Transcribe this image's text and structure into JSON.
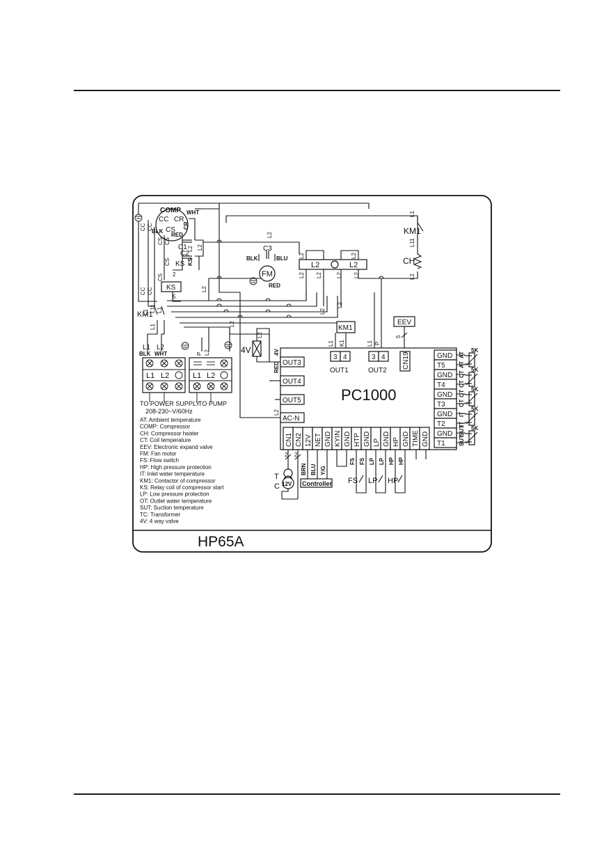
{
  "comp": {
    "title": "COMP",
    "cc": "CC",
    "cr": "CR",
    "cs": "CS",
    "wht": "WHT",
    "red": "RED",
    "blk": "BLK",
    "cr_v": "CR"
  },
  "wire": {
    "cc": "CC",
    "cs": "CS",
    "l1": "L1",
    "l2": "L2",
    "l11": "L11",
    "n1": "1",
    "n2": "2",
    "n3": "3",
    "n4": "4",
    "n5": "5",
    "blk": "BLK",
    "blu": "BLU",
    "red": "RED",
    "wht": "WHT",
    "k1": "K1",
    "p": "P",
    "v4": "4V",
    "brn": "BRN",
    "yg": "Y/G",
    "fs": "FS",
    "lp": "LP",
    "hp": "HP",
    "two": "2"
  },
  "cap": {
    "c1": "C1",
    "c2": "C2",
    "c3": "C3"
  },
  "parts": {
    "ks": "KS",
    "km1": "KM1",
    "ch": "CH",
    "fm": "FM",
    "eev": "EEV",
    "fourv": "4V",
    "fs": "FS",
    "lp": "LP",
    "hp": "HP",
    "t": "T",
    "c": "C",
    "v12": "12V",
    "controller": "Controller",
    "res": "5K"
  },
  "terminals": {
    "l1": "L1",
    "l2": "L2",
    "blk": "BLK",
    "wht": "WHT",
    "p": "P",
    "power": "TO POWER SUPPLY",
    "pump": "TO PUMP",
    "voltage": "208-230~V/60Hz"
  },
  "board": {
    "name": "PC1000",
    "out3": "OUT3",
    "out4": "OUT4",
    "out5": "OUT5",
    "acn": "AC-N",
    "out1": "OUT1",
    "out2": "OUT2",
    "cn19": "CN19",
    "pin3": "3",
    "pin4": "4",
    "bottom_pins": [
      "CN1",
      "CN2",
      "12V",
      "NET",
      "GND",
      "KYIN",
      "GND",
      "HTP",
      "GND",
      "LP",
      "GND",
      "HP",
      "GND",
      "TIME",
      "GND"
    ],
    "right_pins": [
      "GND",
      "T5",
      "GND",
      "T4",
      "GND",
      "T3",
      "GND",
      "T2",
      "GND",
      "T1"
    ]
  },
  "sensors": [
    "AT",
    "CT",
    "OT",
    "IT",
    "SUT"
  ],
  "legend": [
    "AT:  Ambient temperature",
    "COMP:  Compressor",
    "CH:  Compressor heater",
    "CT:  Coil temperature",
    "EEV:  Electronic expand valve",
    "FM:  Fan motor",
    "FS:  Flow switch",
    "HP:  High pressure protection",
    "IT:  Inlet water temperature",
    "KM1:  Contactor of compressor",
    "KS:  Relay coil of compressor start",
    "LP:  Low pressure protection",
    "OT:  Outlet water temperature",
    "SUT:  Suction temperature",
    "TC:  Transformer",
    "4V:  4 way valve"
  ],
  "model": "HP65A"
}
